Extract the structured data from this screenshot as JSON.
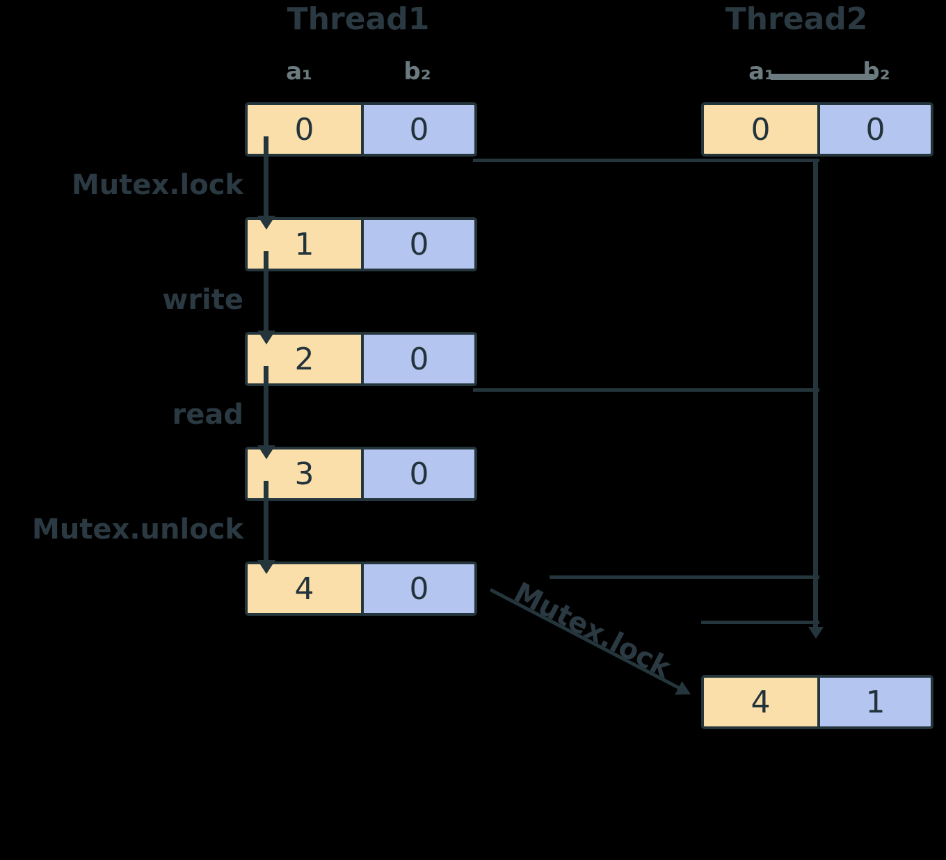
{
  "diagram": {
    "title_thread1": "Thread1",
    "title_thread2": "Thread2",
    "colors": {
      "cell_a_bg": "#fadfab",
      "cell_b_bg": "#b4c5f0",
      "stroke": "#24353c",
      "text": "#22333b",
      "label_muted": "#6b7b80"
    },
    "variables": {
      "thread1_a": "a₁",
      "thread1_b": "b₂",
      "thread2_a": "a₁",
      "thread2_b": "b₂"
    },
    "steps": [
      {
        "label": "Mutex.lock"
      },
      {
        "label": "write"
      },
      {
        "label": "read"
      },
      {
        "label": "Mutex.unlock"
      }
    ],
    "cross_step": {
      "label": "Mutex.lock"
    },
    "thread1_states": [
      {
        "a": "0",
        "b": "0"
      },
      {
        "a": "1",
        "b": "0"
      },
      {
        "a": "2",
        "b": "0"
      },
      {
        "a": "3",
        "b": "0"
      },
      {
        "a": "4",
        "b": "0"
      }
    ],
    "thread2_states": [
      {
        "a": "0",
        "b": "0"
      },
      {
        "a": "4",
        "b": "1"
      }
    ]
  }
}
